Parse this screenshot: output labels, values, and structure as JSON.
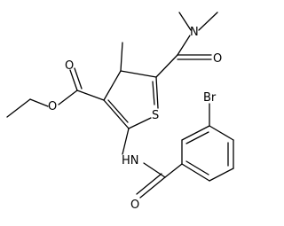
{
  "molecule": {
    "atoms": {
      "br": "Br",
      "s_ring": "S",
      "n_amine": "N",
      "nh": "HN",
      "o_amide_top": "O",
      "o_carbonyl_ester": "O",
      "o_ester": "O",
      "o_benzamide": "O"
    },
    "colors": {
      "bond": "#000000",
      "label": "#000000",
      "background": "#ffffff"
    }
  }
}
